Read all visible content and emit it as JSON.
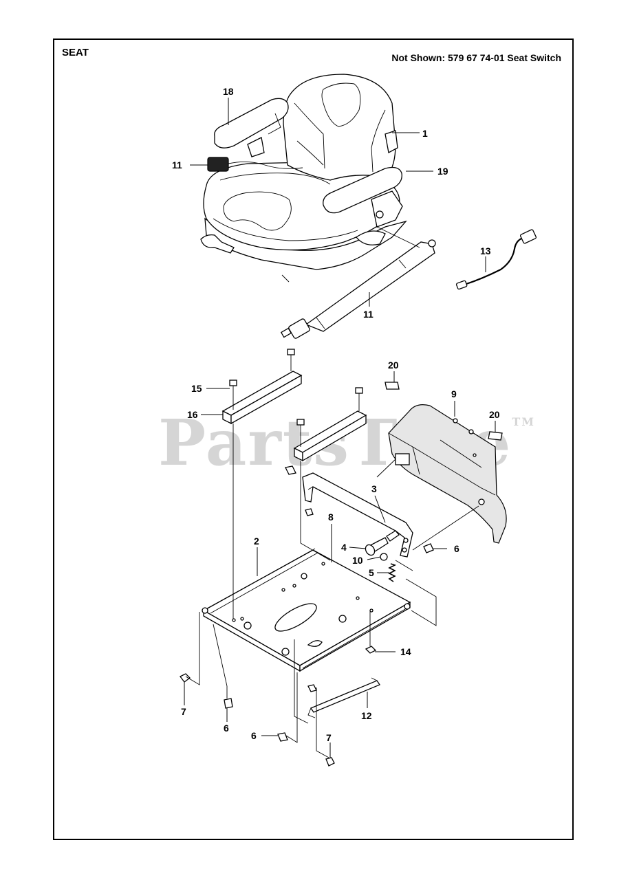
{
  "header": {
    "section_title": "SEAT",
    "not_shown_note": "Not Shown: 579 67 74-01 Seat Switch"
  },
  "watermark": {
    "text": "PartsTree",
    "trademark": "TM"
  },
  "callouts": {
    "c1": "1",
    "c2": "2",
    "c3": "3",
    "c4": "4",
    "c5": "5",
    "c6a": "6",
    "c6b": "6",
    "c6c": "6",
    "c7a": "7",
    "c7b": "7",
    "c8": "8",
    "c9": "9",
    "c10": "10",
    "c11a": "11",
    "c11b": "11",
    "c12": "12",
    "c13": "13",
    "c14": "14",
    "c15": "15",
    "c16": "16",
    "c18": "18",
    "c19": "19",
    "c20a": "20",
    "c20b": "20"
  }
}
